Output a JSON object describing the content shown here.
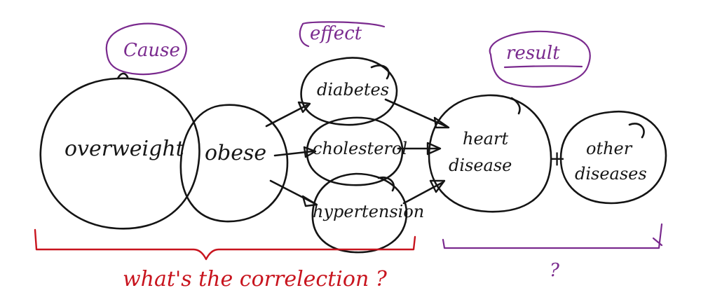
{
  "labels": {
    "cause": "Cause",
    "effect": "effect",
    "result": "result",
    "overweight": "overweight",
    "obese": "obese",
    "diabetes": "diabetes",
    "cholesterol": "cholesterol",
    "hypertension": "hypertension",
    "heart_line1": "heart",
    "heart_line2": "disease",
    "other_line1": "other",
    "other_line2": "diseases",
    "correlation_question": "what's the correlection ?",
    "result_question": "?",
    "plus_sign": "+"
  },
  "colors": {
    "ink": "#141414",
    "purple": "#7a2a8e",
    "red": "#c8141e",
    "background": "#ffffff"
  }
}
